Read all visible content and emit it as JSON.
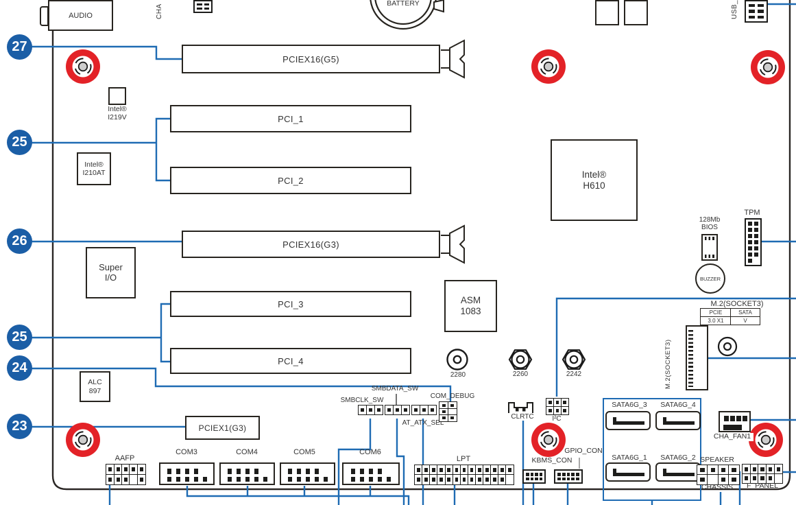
{
  "title": "Motherboard layout diagram",
  "colors": {
    "callout_blue": "#1b5ea6",
    "line_blue": "#1e6bb3",
    "screw_red": "#e32227",
    "outline": "#27241f"
  },
  "callouts": {
    "c27": "27",
    "c25a": "25",
    "c26": "26",
    "c25b": "25",
    "c24": "24",
    "c23": "23"
  },
  "slots": {
    "pciex16_g5": "PCIEX16(G5)",
    "pci_1": "PCI_1",
    "pci_2": "PCI_2",
    "pciex16_g3": "PCIEX16(G3)",
    "pci_3": "PCI_3",
    "pci_4": "PCI_4",
    "pciex1_g3": "PCIEX1(G3)"
  },
  "chips": {
    "i219v_l1": "Intel®",
    "i219v_l2": "I219V",
    "i210at_l1": "Intel®",
    "i210at_l2": "I210AT",
    "superio_l1": "Super",
    "superio_l2": "I/O",
    "alc897_l1": "ALC",
    "alc897_l2": "897",
    "h610_l1": "Intel®",
    "h610_l2": "H610",
    "asm1083_l1": "ASM",
    "asm1083_l2": "1083"
  },
  "top": {
    "audio": "AUDIO",
    "cha": "CHA",
    "battery": "BATTERY",
    "usb": "USB_"
  },
  "right": {
    "bios_l1": "128Mb",
    "bios_l2": "BIOS",
    "tpm": "TPM",
    "buzzer": "BUZZER",
    "m2_title": "M.2(SOCKET3)",
    "m2_socket": "M.2(SOCKET3)",
    "m2_col1": "PCIE",
    "m2_col2": "SATA",
    "m2_val1": "3.0 X1",
    "m2_val2": "V"
  },
  "standoffs": {
    "s2280": "2280",
    "s2260": "2260",
    "s2242": "2242"
  },
  "jumpers": {
    "smbclk": "SMBCLK_SW",
    "smbdata": "SMBDATA_SW",
    "at_atx": "AT_ATX_SEL",
    "com_debug": "COM_DEBUG",
    "clrtc": "CLRTC",
    "i2c": "I²C"
  },
  "bottom": {
    "aafp": "AAFP",
    "com3": "COM3",
    "com4": "COM4",
    "com5": "COM5",
    "com6": "COM6",
    "lpt": "LPT",
    "kbms": "KBMS_CON",
    "gpio": "GPIO_CON",
    "speaker": "SPEAKER",
    "chassis": "CHASSIS",
    "f_panel": "F_PANEL",
    "cha_fan1": "CHA_FAN1",
    "sata1": "SATA6G_1",
    "sata2": "SATA6G_2",
    "sata3": "SATA6G_3",
    "sata4": "SATA6G_4"
  }
}
